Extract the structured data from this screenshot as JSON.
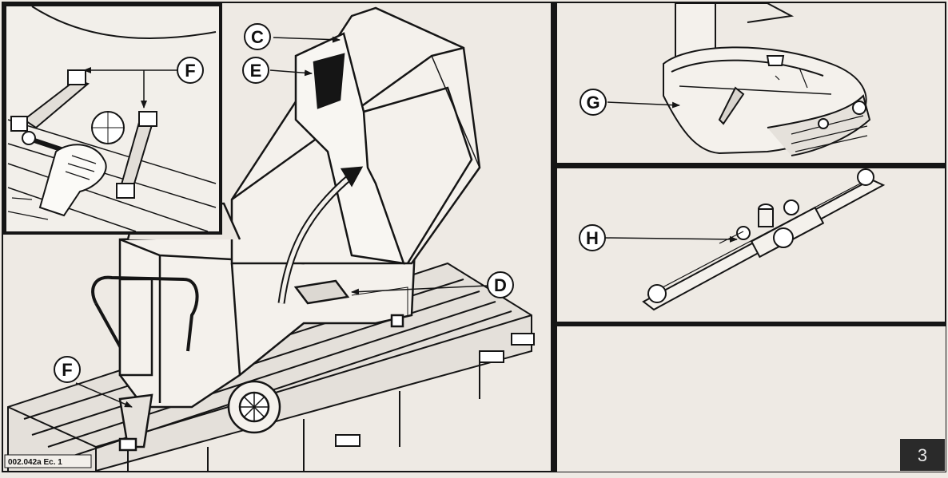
{
  "figure": {
    "reference_code": "002.042a Ec. 1",
    "page_number": "3",
    "callouts": {
      "C": "C",
      "D": "D",
      "E": "E",
      "F_inset": "F",
      "F_main": "F",
      "G": "G",
      "H": "H"
    }
  },
  "colors": {
    "paper": "#eeeae4",
    "ink": "#151515",
    "shade": "#c9c5bf",
    "label_fill": "#ffffff",
    "page_box": "#2a2a2a"
  }
}
